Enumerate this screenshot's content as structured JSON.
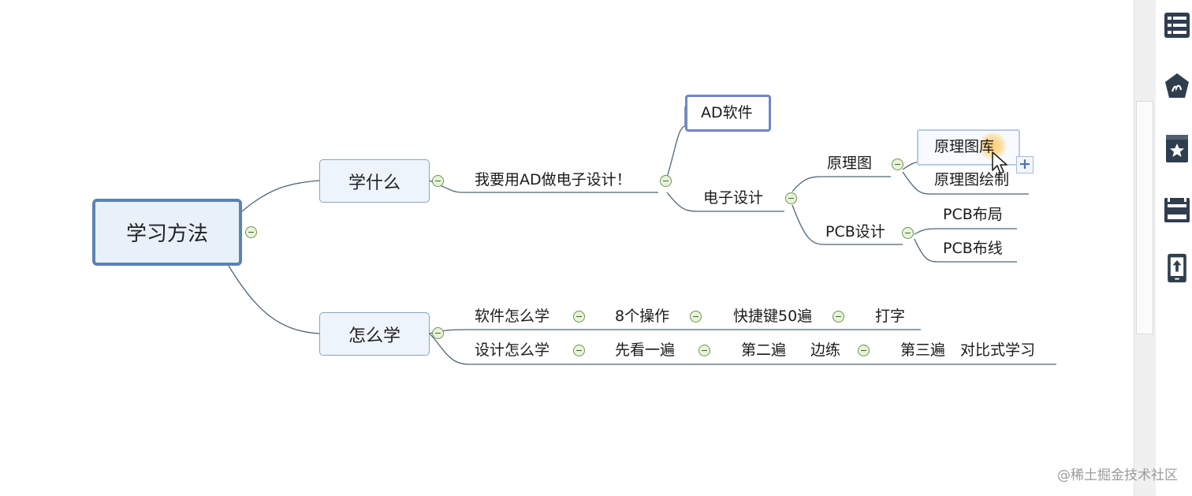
{
  "mindmap": {
    "central": "学习方法",
    "branch_what": {
      "label": "学什么",
      "child": "我要用AD做电子设计！",
      "ad_software": "AD软件",
      "electronic_design": "电子设计",
      "schematic": "原理图",
      "schematic_library": "原理图库",
      "schematic_drawing": "原理图绘制",
      "pcb_design": "PCB设计",
      "pcb_layout": "PCB布局",
      "pcb_routing": "PCB布线"
    },
    "branch_how": {
      "label": "怎么学",
      "row1": [
        "软件怎么学",
        "8个操作",
        "快捷键50遍",
        "打字"
      ],
      "row2": [
        "设计怎么学",
        "先看一遍",
        "第二遍",
        "边练",
        "第三遍",
        "对比式学习"
      ]
    },
    "add_button": "+"
  },
  "sidebar": {
    "icons": [
      "outline-icon",
      "theme-icon",
      "markers-icon",
      "format-icon",
      "export-icon"
    ]
  },
  "watermark": "@稀土掘金技术社区"
}
